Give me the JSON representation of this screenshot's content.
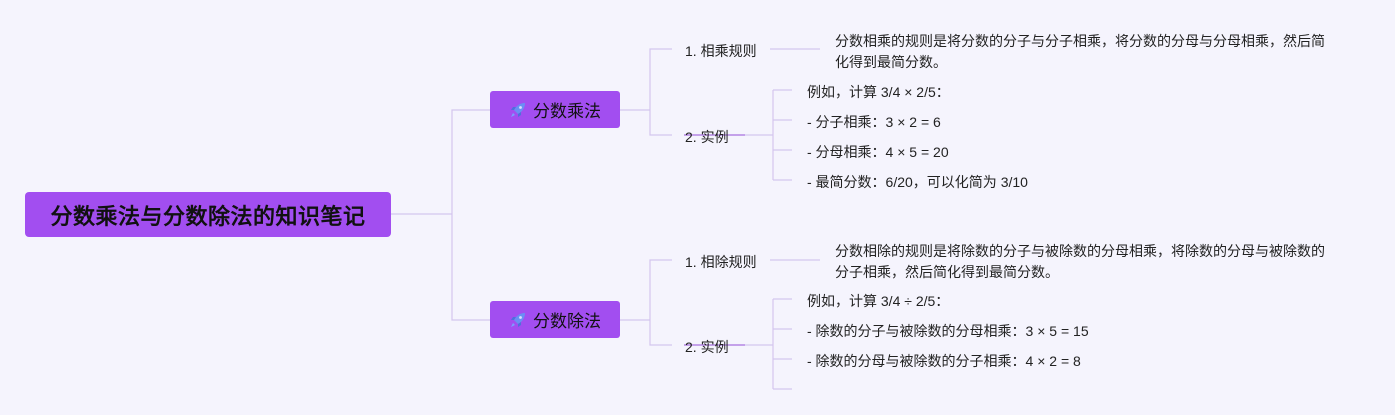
{
  "root": {
    "title": "分数乘法与分数除法的知识笔记"
  },
  "branches": [
    {
      "label": "分数乘法",
      "icon": "rocket-icon",
      "rule": {
        "label": "1. 相乘规则",
        "text": "分数相乘的规则是将分数的分子与分子相乘，将分数的分母与分母相乘，然后简化得到最简分数。"
      },
      "example": {
        "label": "2. 实例",
        "items": [
          "例如，计算 3/4 × 2/5：",
          "- 分子相乘：3 × 2 = 6",
          "- 分母相乘：4 × 5 = 20",
          "- 最简分数：6/20，可以化简为 3/10"
        ]
      }
    },
    {
      "label": "分数除法",
      "icon": "rocket-icon",
      "rule": {
        "label": "1. 相除规则",
        "text": "分数相除的规则是将除数的分子与被除数的分母相乘，将除数的分母与被除数的分子相乘，然后简化得到最简分数。"
      },
      "example": {
        "label": "2. 实例",
        "items": [
          "例如，计算 3/4 ÷ 2/5：",
          "- 除数的分子与被除数的分母相乘：3 × 5 = 15",
          "- 除数的分母与被除数的分子相乘：4 × 2 = 8",
          ""
        ]
      }
    }
  ],
  "colors": {
    "node": "#a24ef0",
    "line": "#c9b8e8",
    "background": "#f5f4fd"
  }
}
